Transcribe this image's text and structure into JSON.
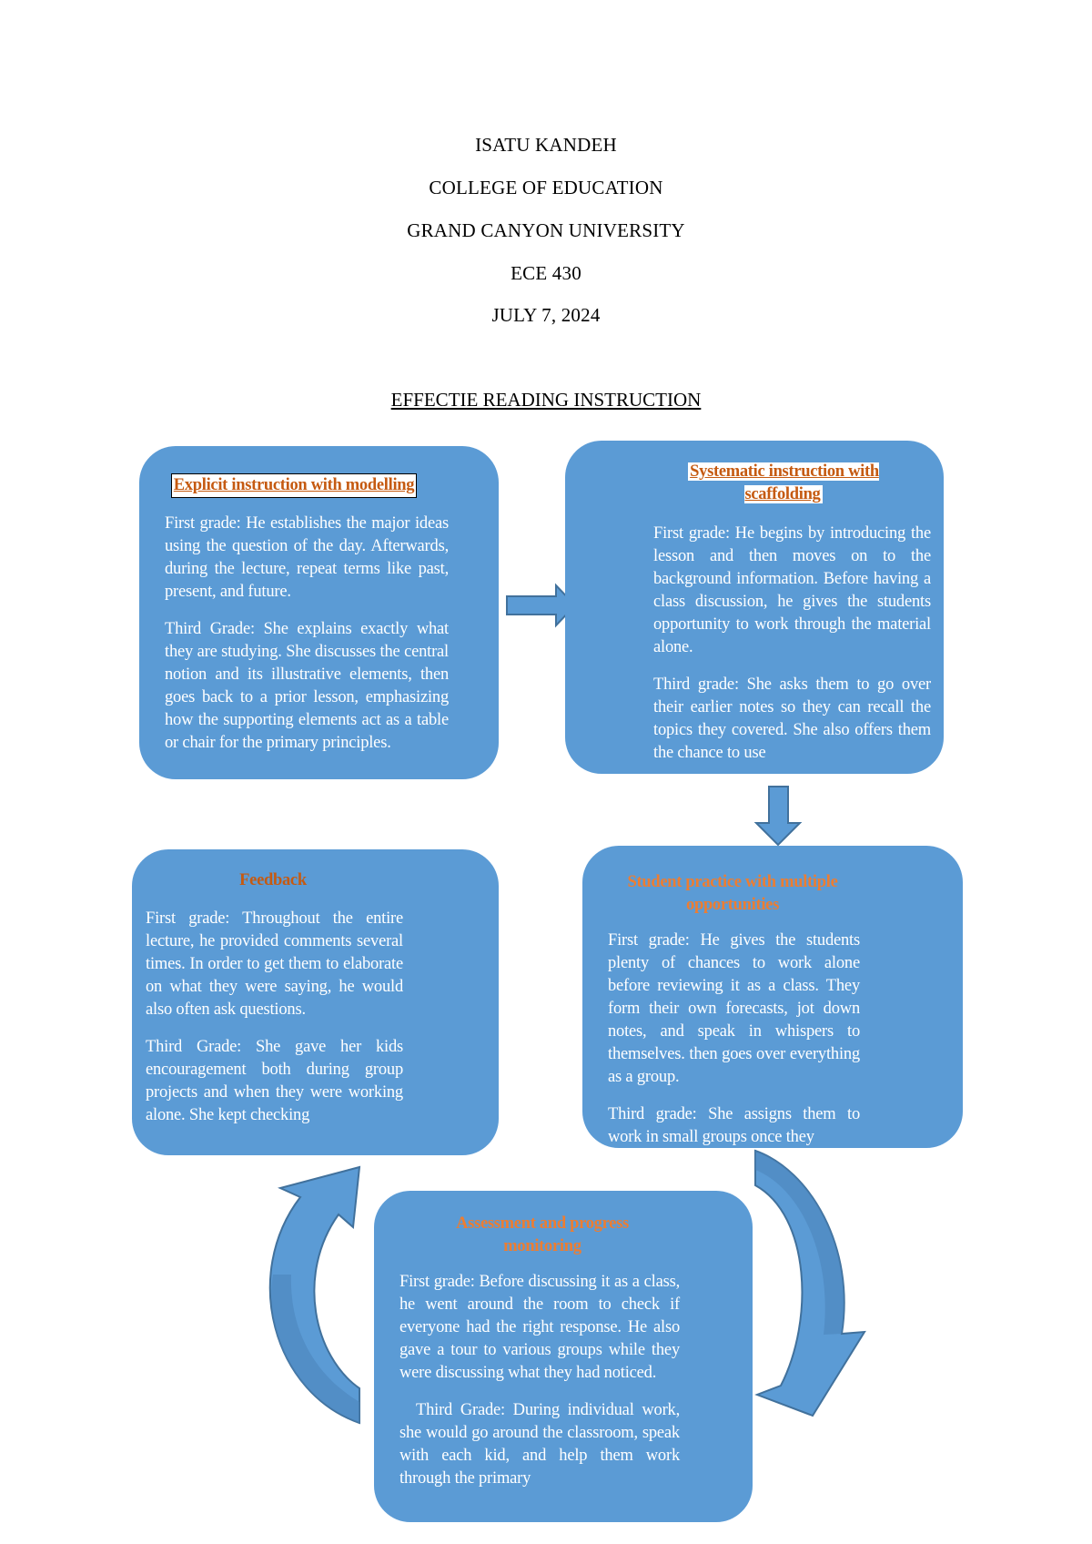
{
  "header": {
    "author": "ISATU KANDEH",
    "college": "COLLEGE OF EDUCATION",
    "university": "GRAND CANYON UNIVERSITY",
    "course": "ECE 430",
    "date": "JULY 7, 2024"
  },
  "title": "EFFECTIE READING INSTRUCTION",
  "boxes": {
    "explicit": {
      "title": "Explicit instruction with modelling",
      "first_grade": "First grade: He establishes the major ideas using the question of the day. Afterwards, during the lecture, repeat terms like past, present, and future.",
      "third_grade": "Third Grade: She explains exactly what they are studying. She discusses the central notion and its illustrative elements, then goes back to a prior lesson, emphasizing how the supporting elements act as a table or chair for the primary principles."
    },
    "systematic": {
      "title": "Systematic instruction with scaffolding",
      "first_grade": "First grade: He begins by introducing the lesson and then moves on to the background information. Before having a class discussion, he gives the students opportunity to work through the material alone.",
      "third_grade": "Third grade: She asks them to go over their earlier notes so they can recall the topics they covered. She also offers them the chance to use"
    },
    "feedback": {
      "title": "Feedback",
      "first_grade": "First grade: Throughout the entire lecture, he provided comments several times. In order to get them to elaborate on what they were saying, he would also often ask questions.",
      "third_grade": "Third Grade: She gave her kids encouragement both during group projects and when they were working alone. She kept checking"
    },
    "practice": {
      "title": "Student practice with multiple opportunities",
      "first_grade": "First grade: He gives the students plenty of chances to work alone before reviewing it as a class. They form their own forecasts, jot down notes, and speak in whispers to themselves. then goes over everything as a group.",
      "third_grade": "Third grade: She assigns them to work in small groups once they"
    },
    "assessment": {
      "title": "Assessment and progress monitoring",
      "first_grade": "First grade: Before discussing it as a class, he went around the room to check if everyone had the right response. He also gave a tour to various groups while they were discussing what they had noticed.",
      "third_grade": "Third Grade: During individual work, she would go around the classroom, speak with each kid, and help them work through the primary"
    }
  },
  "colors": {
    "card_fill": "#5b9bd5",
    "title_orange": "#c55a11",
    "arrow_fill": "#5b9bd5",
    "arrow_dark": "#41719c"
  }
}
